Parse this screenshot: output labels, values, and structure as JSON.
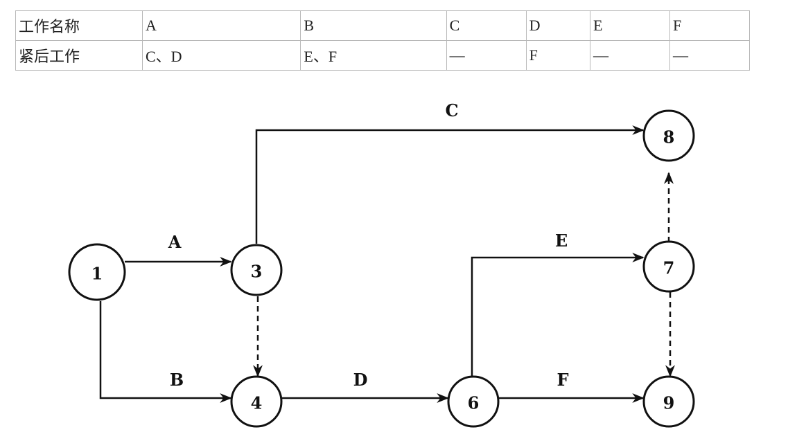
{
  "table": {
    "header_label": "工作名称",
    "successor_label": "紧后工作",
    "works": [
      "A",
      "B",
      "C",
      "D",
      "E",
      "F"
    ],
    "successors": [
      "C、D",
      "E、F",
      "—",
      "F",
      "—",
      "—"
    ]
  },
  "diagram": {
    "nodes": [
      "1",
      "3",
      "4",
      "6",
      "7",
      "8",
      "9"
    ],
    "edge_labels": {
      "A": "A",
      "B": "B",
      "C": "C",
      "D": "D",
      "E": "E",
      "F": "F"
    }
  }
}
